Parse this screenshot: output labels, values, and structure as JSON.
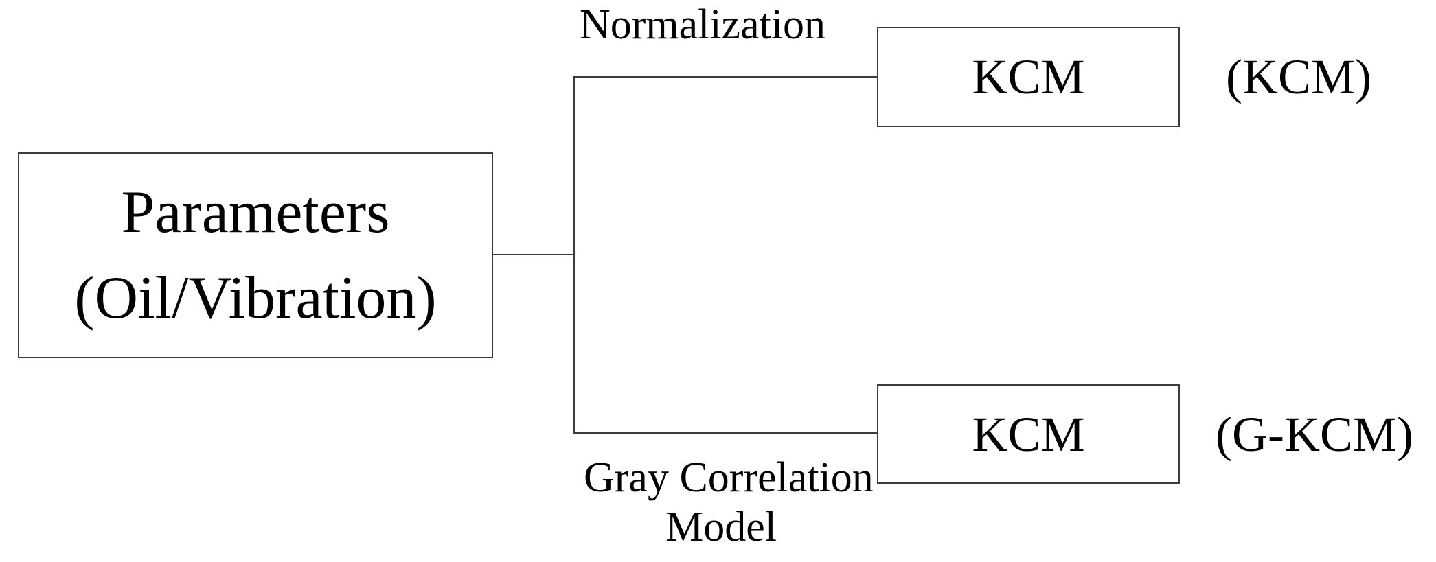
{
  "diagram": {
    "source_box": {
      "line1": "Parameters",
      "line2": "(Oil/Vibration)"
    },
    "branches": {
      "top": {
        "edge_label": "Normalization",
        "node_label": "KCM",
        "annotation": "(KCM)"
      },
      "bottom": {
        "edge_label_line1": "Gray Correlation",
        "edge_label_line2": "Model",
        "node_label": "KCM",
        "annotation": "(G-KCM)"
      }
    },
    "colors": {
      "line": "#3c3c3c",
      "text": "#000000",
      "background": "#ffffff"
    }
  }
}
